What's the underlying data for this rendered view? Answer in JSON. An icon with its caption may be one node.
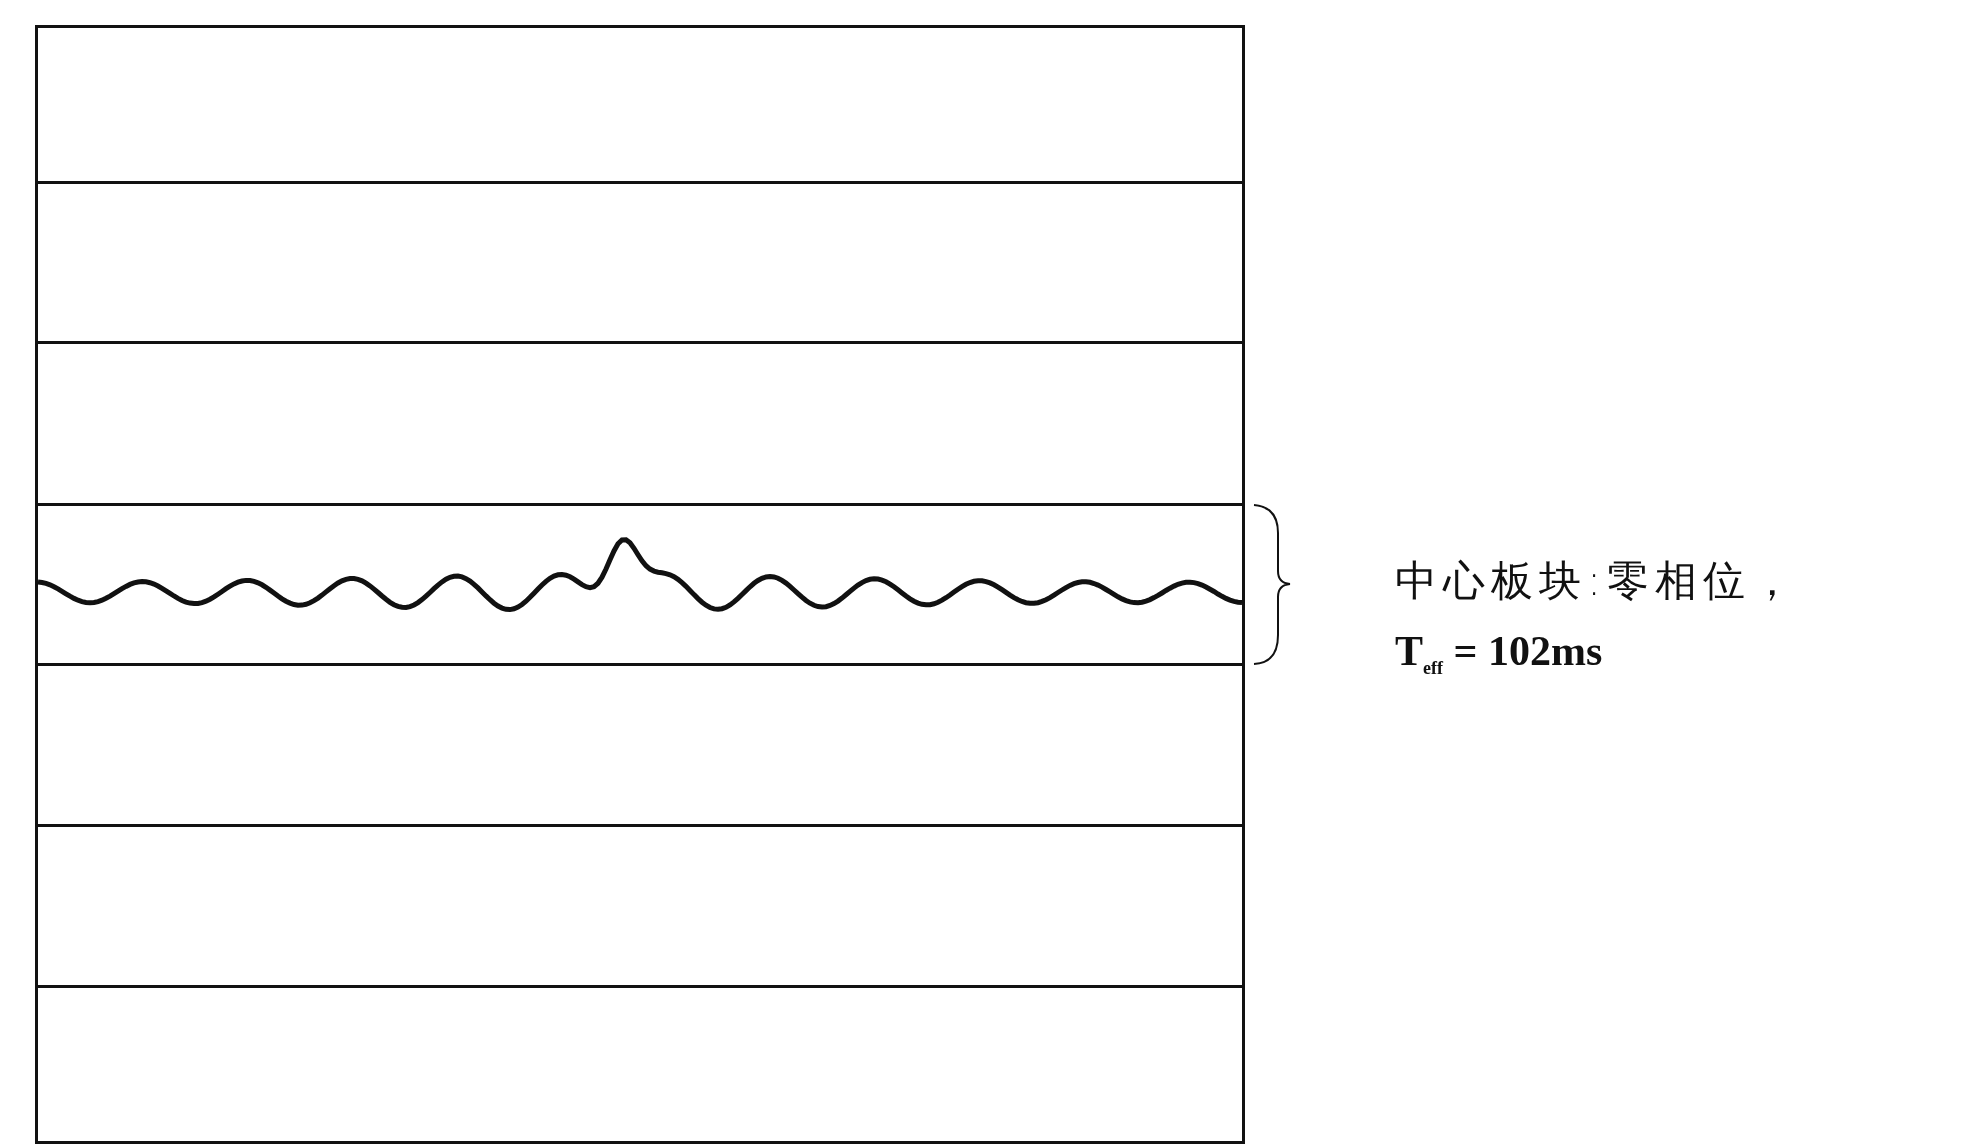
{
  "diagram": {
    "nodes": [
      {
        "text": [],
        "shape": "box"
      },
      {
        "text": [],
        "shape": "box"
      },
      {
        "text": [],
        "shape": "box"
      },
      {
        "text": [],
        "shape": "box",
        "beside": [
          "中心板块:零相位，",
          "T$_{eff}$ = 102ms"
        ]
      },
      {
        "text": [],
        "shape": "box"
      },
      {
        "text": [],
        "shape": "box"
      },
      {
        "text": [],
        "shape": "box"
      }
    ]
  }
}
